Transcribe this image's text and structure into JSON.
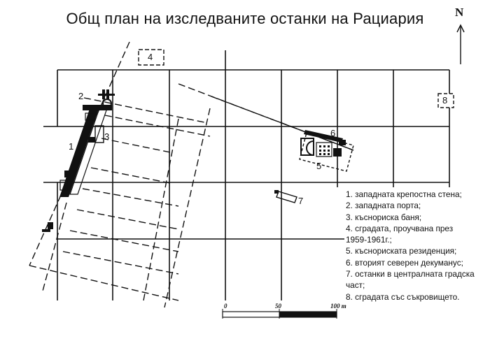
{
  "map": {
    "title": "Общ план на изследваните останки на Рациария",
    "north_label": "N",
    "site_labels": [
      "1",
      "2",
      "3",
      "4",
      "5",
      "6",
      "7",
      "8"
    ],
    "scale": {
      "ticks": [
        "0",
        "50",
        "100 m"
      ]
    },
    "legend": [
      "1. западната крепостна стена;",
      "2. западната порта;",
      "3. къснориска баня;",
      "4. сградата, проучвана през",
      "1959-1961г.;",
      "5. къснориската резиденция;",
      "6. вторият северен декуманус;",
      "7. останки в централната градска",
      "част;",
      "8. сградата със съкровището."
    ]
  }
}
